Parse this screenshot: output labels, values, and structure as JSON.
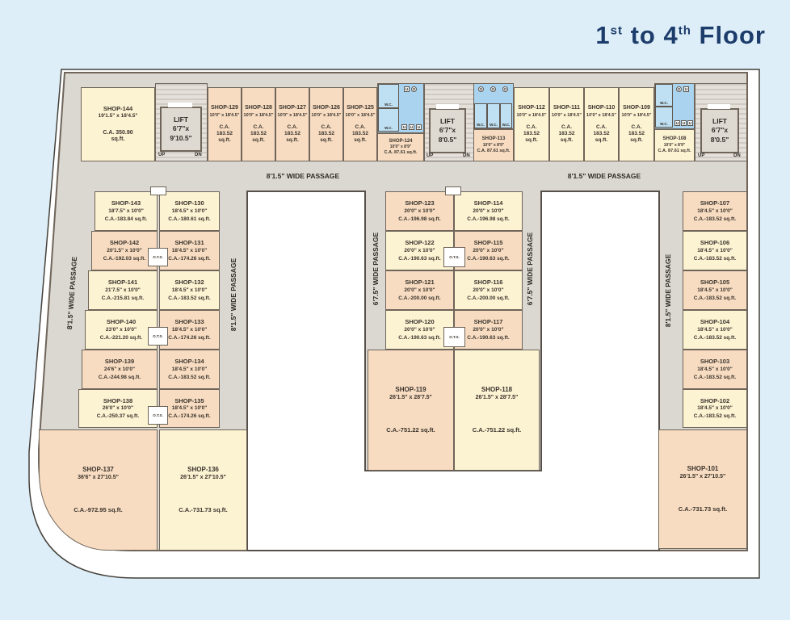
{
  "title": {
    "p1": "1",
    "sup1": "st",
    "p2": " to 4",
    "sup2": "th",
    "p3": " Floor"
  },
  "passage_labels": {
    "wide_8": "8'1.5\" WIDE PASSAGE",
    "wide_6": "6'7.5\" WIDE PASSAGE"
  },
  "ots_label": "O.T.S.",
  "wc_label": "W.C.",
  "fixture_u": "U",
  "fixture_o": "O",
  "lifts": {
    "up": "UP",
    "dn": "DN",
    "left": {
      "l1": "LIFT",
      "l2": "6'7\"x",
      "l3": "9'10.5\""
    },
    "center": {
      "l1": "LIFT",
      "l2": "6'7\"x",
      "l3": "8'0.5\""
    },
    "right": {
      "l1": "LIFT",
      "l2": "6'7\"x",
      "l3": "8'0.5\""
    }
  },
  "colors": {
    "peach": "#f7dcc1",
    "cream": "#fcf3d3",
    "wc_blue": "#a9d3ee",
    "background": "#ddeef8",
    "title_navy": "#1c3c6b"
  },
  "shops": [
    {
      "id": "SHOP-101",
      "dims": "26'1.5\" x 27'10.5\"",
      "area": "C.A.-731.73 sq.ft."
    },
    {
      "id": "SHOP-102",
      "dims": "18'4.5\" x 10'0\"",
      "area": "C.A.-183.52 sq.ft."
    },
    {
      "id": "SHOP-103",
      "dims": "18'4.5\" x 10'0\"",
      "area": "C.A.-183.52 sq.ft."
    },
    {
      "id": "SHOP-104",
      "dims": "18'4.5\" x 10'0\"",
      "area": "C.A.-183.52 sq.ft."
    },
    {
      "id": "SHOP-105",
      "dims": "18'4.5\" x 10'0\"",
      "area": "C.A.-183.52 sq.ft."
    },
    {
      "id": "SHOP-106",
      "dims": "18'4.5\" x 10'0\"",
      "area": "C.A.-183.52 sq.ft."
    },
    {
      "id": "SHOP-107",
      "dims": "18'4.5\" x 10'0\"",
      "area": "C.A.-183.52 sq.ft."
    },
    {
      "id": "SHOP-108",
      "dims": "10'0\" x 8'9\"",
      "area": "C.A. 87.61 sq.ft."
    },
    {
      "id": "SHOP-109",
      "dims": "10'0\" x 18'4.5\"",
      "area": "C.A. 183.52 sq.ft."
    },
    {
      "id": "SHOP-110",
      "dims": "10'0\" x 18'4.5\"",
      "area": "C.A. 183.52 sq.ft."
    },
    {
      "id": "SHOP-111",
      "dims": "10'0\" x 18'4.5\"",
      "area": "C.A. 183.52 sq.ft."
    },
    {
      "id": "SHOP-112",
      "dims": "10'0\" x 18'4.5\"",
      "area": "C.A. 183.52 sq.ft."
    },
    {
      "id": "SHOP-113",
      "dims": "10'0\" x 8'9\"",
      "area": "C.A. 87.61 sq.ft."
    },
    {
      "id": "SHOP-114",
      "dims": "20'0\" x 10'0\"",
      "area": "C.A.-196.98 sq.ft."
    },
    {
      "id": "SHOP-115",
      "dims": "20'0\" x 10'0\"",
      "area": "C.A.-190.63 sq.ft."
    },
    {
      "id": "SHOP-116",
      "dims": "20'0\" x 10'0\"",
      "area": "C.A.-200.00 sq.ft."
    },
    {
      "id": "SHOP-117",
      "dims": "20'0\" x 10'0\"",
      "area": "C.A.-190.63 sq.ft."
    },
    {
      "id": "SHOP-118",
      "dims": "26'1.5\" x 28'7.5\"",
      "area": "C.A.-751.22 sq.ft."
    },
    {
      "id": "SHOP-119",
      "dims": "26'1.5\" x 28'7.5\"",
      "area": "C.A.-751.22 sq.ft."
    },
    {
      "id": "SHOP-120",
      "dims": "20'0\" x 10'0\"",
      "area": "C.A.-190.63 sq.ft."
    },
    {
      "id": "SHOP-121",
      "dims": "20'0\" x 10'0\"",
      "area": "C.A.-200.00 sq.ft."
    },
    {
      "id": "SHOP-122",
      "dims": "20'0\" x 10'0\"",
      "area": "C.A.-190.63 sq.ft."
    },
    {
      "id": "SHOP-123",
      "dims": "20'0\" x 10'0\"",
      "area": "C.A.-196.98 sq.ft."
    },
    {
      "id": "SHOP-124",
      "dims": "10'0\" x 8'9\"",
      "area": "C.A. 87.61 sq.ft."
    },
    {
      "id": "SHOP-125",
      "dims": "10'0\" x 18'4.5\"",
      "area": "C.A. 183.52 sq.ft."
    },
    {
      "id": "SHOP-126",
      "dims": "10'0\" x 18'4.5\"",
      "area": "C.A. 183.52 sq.ft."
    },
    {
      "id": "SHOP-127",
      "dims": "10'0\" x 18'4.5\"",
      "area": "C.A. 183.52 sq.ft."
    },
    {
      "id": "SHOP-128",
      "dims": "10'0\" x 18'4.5\"",
      "area": "C.A. 183.52 sq.ft."
    },
    {
      "id": "SHOP-129",
      "dims": "10'0\" x 18'4.5\"",
      "area": "C.A. 183.52 sq.ft."
    },
    {
      "id": "SHOP-130",
      "dims": "18'4.5\" x 10'0\"",
      "area": "C.A.-180.61 sq.ft."
    },
    {
      "id": "SHOP-131",
      "dims": "18'4.5\" x 10'0\"",
      "area": "C.A.-174.26 sq.ft."
    },
    {
      "id": "SHOP-132",
      "dims": "18'4.5\" x 10'0\"",
      "area": "C.A.-183.52 sq.ft."
    },
    {
      "id": "SHOP-133",
      "dims": "18'4.5\" x 10'0\"",
      "area": "C.A.-174.26 sq.ft."
    },
    {
      "id": "SHOP-134",
      "dims": "18'4.5\" x 10'0\"",
      "area": "C.A.-183.52 sq.ft."
    },
    {
      "id": "SHOP-135",
      "dims": "18'4.5\" x 10'0\"",
      "area": "C.A.-174.26 sq.ft."
    },
    {
      "id": "SHOP-136",
      "dims": "26'1.5\" x 27'10.5\"",
      "area": "C.A.-731.73 sq.ft."
    },
    {
      "id": "SHOP-137",
      "dims": "36'6\" x 27'10.5\"",
      "area": "C.A.-972.95 sq.ft."
    },
    {
      "id": "SHOP-138",
      "dims": "26'0\" x 10'0\"",
      "area": "C.A.-250.37 sq.ft."
    },
    {
      "id": "SHOP-139",
      "dims": "24'6\" x 10'0\"",
      "area": "C.A.-244.98 sq.ft."
    },
    {
      "id": "SHOP-140",
      "dims": "23'0\" x 10'0\"",
      "area": "C.A.-221.20 sq.ft."
    },
    {
      "id": "SHOP-141",
      "dims": "21'7.5\" x 10'0\"",
      "area": "C.A.-215.81 sq.ft."
    },
    {
      "id": "SHOP-142",
      "dims": "20'1.5\" x 10'0\"",
      "area": "C.A.-192.03 sq.ft."
    },
    {
      "id": "SHOP-143",
      "dims": "18'7.5\" x 10'0\"",
      "area": "C.A.-183.84 sq.ft."
    },
    {
      "id": "SHOP-144",
      "dims": "19'1.5\" x 18'4.5\"",
      "area": "C.A. 350.90 sq.ft."
    }
  ]
}
